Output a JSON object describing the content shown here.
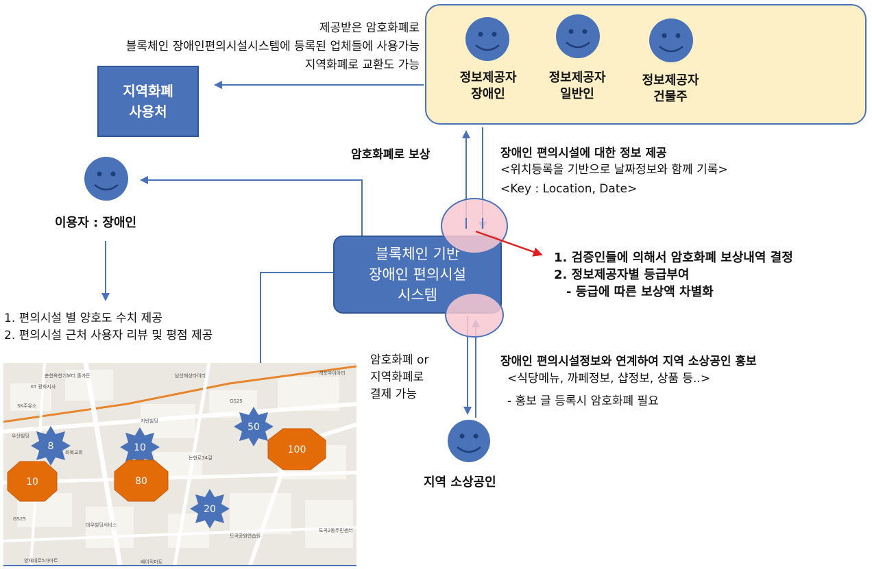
{
  "provider_group": {
    "providers": [
      {
        "line1": "정보제공자",
        "line2": "장애인"
      },
      {
        "line1": "정보제공자",
        "line2": "일반인"
      },
      {
        "line1": "정보제공자",
        "line2": "건물주"
      }
    ]
  },
  "currency_note": {
    "line1": "제공받은 암호화폐로",
    "line2": "블록체인 장애인편의시설시스템에 등록된 업체들에 사용가능",
    "line3": "지역화폐로 교환도 가능"
  },
  "usage_box": {
    "line1": "지역화폐",
    "line2": "사용처"
  },
  "user": {
    "label": "이용자 : 장애인"
  },
  "system_box": {
    "line1": "블록체인 기반",
    "line2": "장애인 편의시설",
    "line3": "시스템"
  },
  "reward_label": "암호화폐로 보상",
  "info_provision": {
    "title": "장애인 편의시설에 대한 정보 제공",
    "line2": "<위치등록을 기반으로 날짜정보와 함께 기록>",
    "line3": "<Key : Location, Date>"
  },
  "verification": {
    "item1": "1.  검증인들에 의해서 암호화폐 보상내역 결정",
    "item2": "2.  정보제공자별 등급부여",
    "item3": "- 등급에 따른 보상액 차별화"
  },
  "user_features": {
    "item1": "1.  편의시설 별 양호도 수치 제공",
    "item2": "2.  편의시설 근처 사용자 리뷰 및 평점 제공"
  },
  "payment": {
    "line1": "암호화폐 or",
    "line2": "지역화폐로",
    "line3": "결제 가능"
  },
  "promotion": {
    "title": "장애인 편의시설정보와 연계하여 지역 소상공인 홍보",
    "line2": "<식당메뉴, 까페정보, 샵정보, 상품 등..>",
    "line3": "- 홍보 글 등록시 암호화폐 필요"
  },
  "merchant": {
    "label": "지역 소상공인"
  },
  "map_markers": {
    "stars": [
      "8",
      "10",
      "50",
      "20"
    ],
    "octagons": [
      "10",
      "80",
      "100"
    ]
  },
  "colors": {
    "box_blue": "#4a72b8",
    "provider_fill": "#fdf0c6",
    "smiley_blue": "#4a72b8",
    "ellipse_pink": "#f8c8d0",
    "octagon_orange": "#e36c09",
    "red_arrow": "#e02020"
  }
}
